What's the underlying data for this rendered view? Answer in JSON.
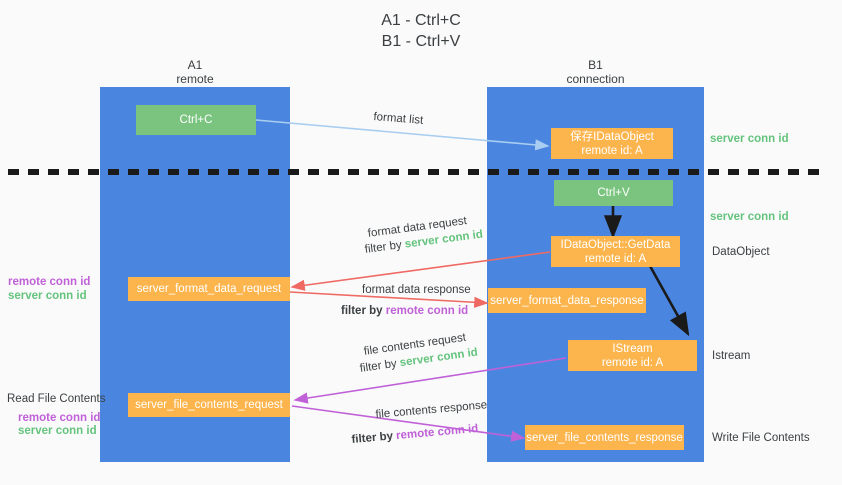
{
  "title": "A1 - Ctrl+C\nB1 - Ctrl+V",
  "columns": [
    {
      "name": "A1",
      "sub": "remote"
    },
    {
      "name": "B1",
      "sub": "connection"
    }
  ],
  "boxes": [
    {
      "id": "ctrl-c",
      "label": "Ctrl+C",
      "sub": "",
      "color": "#7ac47f"
    },
    {
      "id": "ole-idataobject",
      "label": "保存IDataObject",
      "sub": "remote id: A",
      "color": "#fcb44d"
    },
    {
      "id": "ctrl-v",
      "label": "Ctrl+V",
      "sub": "",
      "color": "#7ac47f"
    },
    {
      "id": "idataobject-getdata",
      "label": "IDataObject::GetData",
      "sub": "remote id: A",
      "color": "#fcb44d"
    },
    {
      "id": "server-format-data-request",
      "label": "server_format_data_request",
      "sub": "",
      "color": "#fcb44d"
    },
    {
      "id": "server-format-data-response",
      "label": "server_format_data_response",
      "sub": "",
      "color": "#fcb44d"
    },
    {
      "id": "istream",
      "label": "IStream",
      "sub": "remote id: A",
      "color": "#fcb44d"
    },
    {
      "id": "server-file-contents-request",
      "label": "server_file_contents_request",
      "sub": "",
      "color": "#fcb44d"
    },
    {
      "id": "server-file-contents-response",
      "label": "server_file_contents_response",
      "sub": "",
      "color": "#fcb44d"
    }
  ],
  "edge_labels": {
    "format_list": "format list",
    "format_data_request": "format data request",
    "format_data_request_filter_prefix": "filter by ",
    "format_data_request_filter_id": "server conn id",
    "format_data_response": "format data response",
    "format_data_response_filter_prefix": "filter by ",
    "format_data_response_filter_id": "remote conn id",
    "file_contents_request": "file contents request",
    "file_contents_request_filter_prefix": "filter by ",
    "file_contents_request_filter_id": "server conn id",
    "file_contents_response": "file contents response",
    "file_contents_response_filter_prefix": "filter by ",
    "file_contents_response_filter_id": "remote conn id"
  },
  "right_labels": {
    "server_conn_id_top": "server conn id",
    "server_conn_id_mid": "server conn id",
    "dataobject": "DataObject",
    "istream": "Istream",
    "write_file_contents": "Write File Contents"
  },
  "left_labels": {
    "remote_conn_id_upper": "remote conn id",
    "server_conn_id_upper": "server conn id",
    "read_file_contents": "Read File Contents",
    "remote_conn_id_lower": "remote conn id",
    "server_conn_id_lower": "server conn id"
  },
  "colors": {
    "lane": "#4a86e0",
    "green_box": "#7ac47f",
    "orange_box": "#fcb44d",
    "server_conn_id": "#64c37d",
    "remote_conn_id": "#c061d8",
    "arrow_blue": "#a8cdf0",
    "arrow_red": "#ef6a63",
    "arrow_magenta": "#c061d8",
    "arrow_black": "#1a1a1a",
    "divider": "#1a1a1a",
    "background": "#fafafa",
    "text": "#3c4043"
  }
}
